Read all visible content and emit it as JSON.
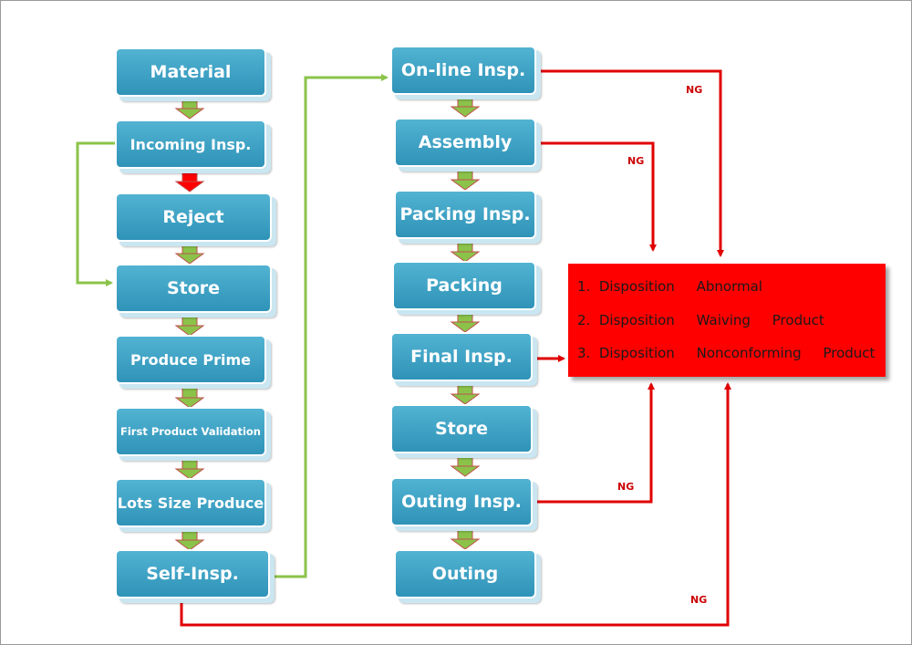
{
  "left_column": [
    "Material",
    "Incoming Insp.",
    "Reject",
    "Store",
    "Produce Prime",
    "First Product Validation",
    "Lots Size Produce",
    "Self-Insp."
  ],
  "mid_column": [
    "On-line Insp.",
    "Assembly",
    "Packing Insp.",
    "Packing",
    "Final Insp.",
    "Store",
    "Outing Insp.",
    "Outing"
  ],
  "disposition": [
    "1.  Disposition     Abnormal",
    "2.  Disposition     Waiving     Product",
    "3.  Disposition     Nonconforming     Product"
  ],
  "ng_labels": [
    "NG",
    "NG",
    "NG",
    "NG"
  ],
  "colors": {
    "box": "#3aa3c6",
    "arrow_down": "#8bc34a",
    "reject_arrow": "#ff0000",
    "loop_green": "#8bc34a",
    "ng_line": "#e00000",
    "disposition_box": "#ff0000"
  }
}
